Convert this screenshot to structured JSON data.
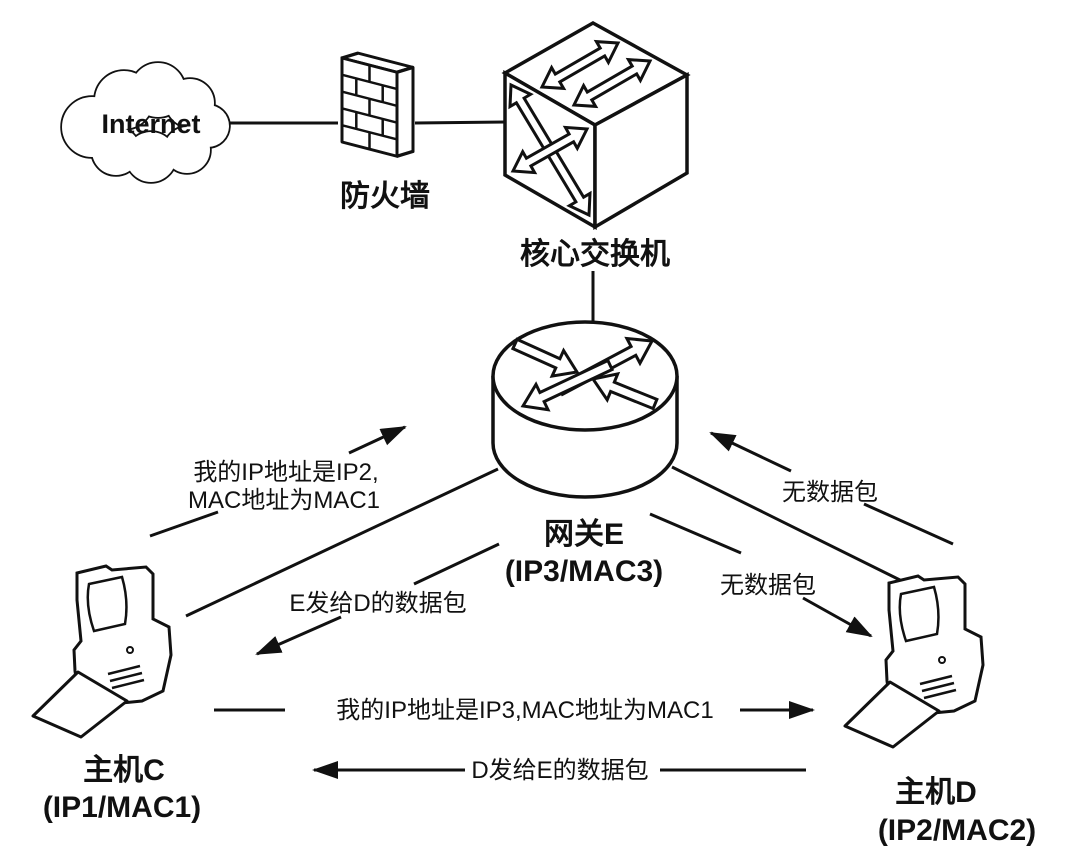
{
  "diagram": {
    "title_hint": "ARP spoofing network topology diagram",
    "nodes": {
      "internet": {
        "label": "Internet"
      },
      "firewall": {
        "label": "防火墙"
      },
      "core_switch": {
        "label": "核心交换机"
      },
      "gateway": {
        "label": "网关E",
        "address": "(IP3/MAC3)"
      },
      "host_c": {
        "label": "主机C",
        "address": "(IP1/MAC1)"
      },
      "host_d": {
        "label": "主机D",
        "address": "(IP2/MAC2)"
      }
    },
    "messages": {
      "c_to_gateway_line1": "我的IP地址是IP2,",
      "c_to_gateway_line2": "MAC地址为MAC1",
      "gateway_to_c": "E发给D的数据包",
      "d_to_gateway": "无数据包",
      "gateway_to_d": "无数据包",
      "c_to_d": "我的IP地址是IP3,MAC地址为MAC1",
      "d_to_c": "D发给E的数据包"
    },
    "colors": {
      "line": "#111111",
      "background": "#ffffff"
    }
  }
}
